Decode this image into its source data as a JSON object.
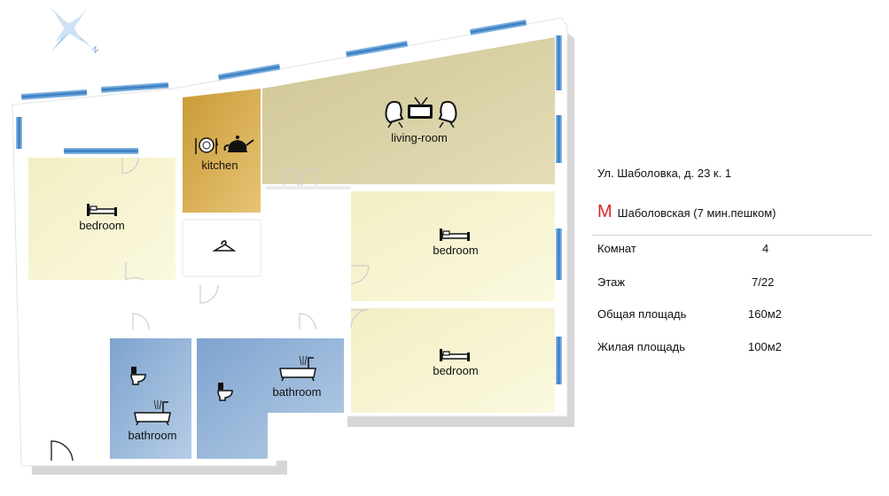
{
  "compass": {
    "north_label": "N"
  },
  "rooms": {
    "kitchen": "kitchen",
    "living_room": "living-room",
    "bedroom_left": "bedroom",
    "bedroom_right_top": "bedroom",
    "bedroom_right_bottom": "bedroom",
    "bathroom_left": "bathroom",
    "bathroom_right": "bathroom"
  },
  "info": {
    "address": "Ул.  Шаболовка, д. 23 к. 1",
    "metro_letter": "М",
    "metro": "Шаболовская (7 мин.пешком)",
    "rows": [
      {
        "label": "Комнат",
        "value": "4"
      },
      {
        "label": "Этаж",
        "value": "7/22"
      },
      {
        "label": "Общая площадь",
        "value": "160м2"
      },
      {
        "label": "Жилая площадь",
        "value": "100м2"
      }
    ]
  },
  "colors": {
    "wall": "#ffffff",
    "wall_shadow": "#d9d9d9",
    "floor": "#ffffff",
    "living_room": "#d8cf9c",
    "kitchen": "#d4a94a",
    "bedroom": "#f6f3cd",
    "bathroom": "#8fb0d6",
    "window": "#3d85c6",
    "metro_accent": "#d6262a"
  },
  "icons": [
    "compass-icon",
    "plate-cutlery-icon",
    "teapot-icon",
    "armchair-icon",
    "tv-icon",
    "hanger-icon",
    "bed-icon",
    "toilet-icon",
    "bathtub-icon"
  ]
}
